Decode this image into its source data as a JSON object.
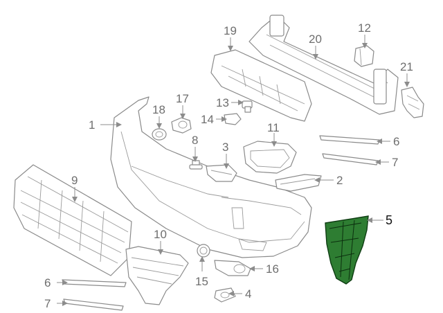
{
  "diagram": {
    "highlight_color": "#2e7d32",
    "callouts": [
      {
        "id": "bumper-cover",
        "label": "1"
      },
      {
        "id": "bracket-right",
        "label": "2"
      },
      {
        "id": "bracket-center",
        "label": "3"
      },
      {
        "id": "hook-cover",
        "label": "4"
      },
      {
        "id": "side-support",
        "label": "5",
        "highlighted": true
      },
      {
        "id": "molding-upper-right",
        "label": "6"
      },
      {
        "id": "molding-lower-right",
        "label": "7"
      },
      {
        "id": "molding-upper-left",
        "label": "6"
      },
      {
        "id": "molding-lower-left",
        "label": "7"
      },
      {
        "id": "screw",
        "label": "8"
      },
      {
        "id": "grille",
        "label": "9"
      },
      {
        "id": "fog-grille",
        "label": "10"
      },
      {
        "id": "lamp-bezel",
        "label": "11"
      },
      {
        "id": "bumper-insert",
        "label": "12"
      },
      {
        "id": "bolt",
        "label": "13"
      },
      {
        "id": "clip",
        "label": "14"
      },
      {
        "id": "cap",
        "label": "15"
      },
      {
        "id": "fog-bezel",
        "label": "16"
      },
      {
        "id": "sensor",
        "label": "17"
      },
      {
        "id": "grommet",
        "label": "18"
      },
      {
        "id": "absorber",
        "label": "19"
      },
      {
        "id": "reinforcement",
        "label": "20"
      },
      {
        "id": "mount-bracket",
        "label": "21"
      }
    ]
  }
}
